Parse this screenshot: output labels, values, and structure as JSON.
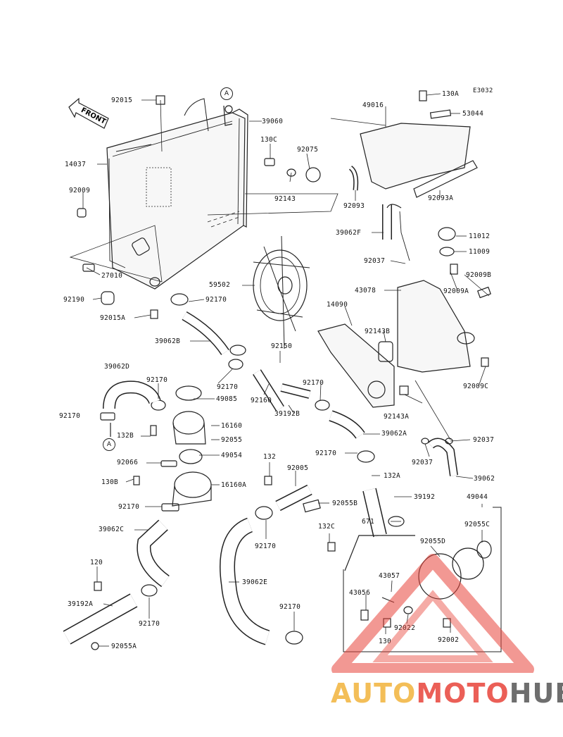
{
  "diagram_code": "E3032",
  "front_label": "FRONT",
  "ref_marker": "A",
  "watermark": {
    "part1": "AUTO",
    "part2": "MOTO",
    "part3": "HUB",
    "colors": {
      "part1": "#f2b33c",
      "part2": "#e8443a",
      "part3": "#555555"
    }
  },
  "labels": [
    {
      "text": "92015"
    },
    {
      "text": "39060"
    },
    {
      "text": "14037"
    },
    {
      "text": "130C"
    },
    {
      "text": "92075"
    },
    {
      "text": "92009"
    },
    {
      "text": "92143"
    },
    {
      "text": "27010"
    },
    {
      "text": "92190"
    },
    {
      "text": "92015A"
    },
    {
      "text": "92170"
    },
    {
      "text": "59502"
    },
    {
      "text": "39062B"
    },
    {
      "text": "92150"
    },
    {
      "text": "39062D"
    },
    {
      "text": "92170"
    },
    {
      "text": "92170"
    },
    {
      "text": "49085"
    },
    {
      "text": "92160"
    },
    {
      "text": "92170"
    },
    {
      "text": "39192B"
    },
    {
      "text": "92170"
    },
    {
      "text": "16160"
    },
    {
      "text": "132B"
    },
    {
      "text": "92055"
    },
    {
      "text": "49054"
    },
    {
      "text": "92066"
    },
    {
      "text": "130B"
    },
    {
      "text": "16160A"
    },
    {
      "text": "92170"
    },
    {
      "text": "39062C"
    },
    {
      "text": "120"
    },
    {
      "text": "39192A"
    },
    {
      "text": "92170"
    },
    {
      "text": "92055A"
    },
    {
      "text": "39062E"
    },
    {
      "text": "92170"
    },
    {
      "text": "92170"
    },
    {
      "text": "132"
    },
    {
      "text": "92005"
    },
    {
      "text": "92055B"
    },
    {
      "text": "92170"
    },
    {
      "text": "39062A"
    },
    {
      "text": "132A"
    },
    {
      "text": "39192"
    },
    {
      "text": "671"
    },
    {
      "text": "132C"
    },
    {
      "text": "49044"
    },
    {
      "text": "92055C"
    },
    {
      "text": "92055D"
    },
    {
      "text": "43057"
    },
    {
      "text": "43056"
    },
    {
      "text": "92022"
    },
    {
      "text": "130"
    },
    {
      "text": "92002"
    },
    {
      "text": "130A"
    },
    {
      "text": "49016"
    },
    {
      "text": "53044"
    },
    {
      "text": "92093"
    },
    {
      "text": "92093A"
    },
    {
      "text": "39062F"
    },
    {
      "text": "11012"
    },
    {
      "text": "11009"
    },
    {
      "text": "92037"
    },
    {
      "text": "43078"
    },
    {
      "text": "92009B"
    },
    {
      "text": "92009A"
    },
    {
      "text": "14090"
    },
    {
      "text": "92143B"
    },
    {
      "text": "92009C"
    },
    {
      "text": "92143A"
    },
    {
      "text": "92037"
    },
    {
      "text": "92037"
    },
    {
      "text": "39062"
    }
  ]
}
